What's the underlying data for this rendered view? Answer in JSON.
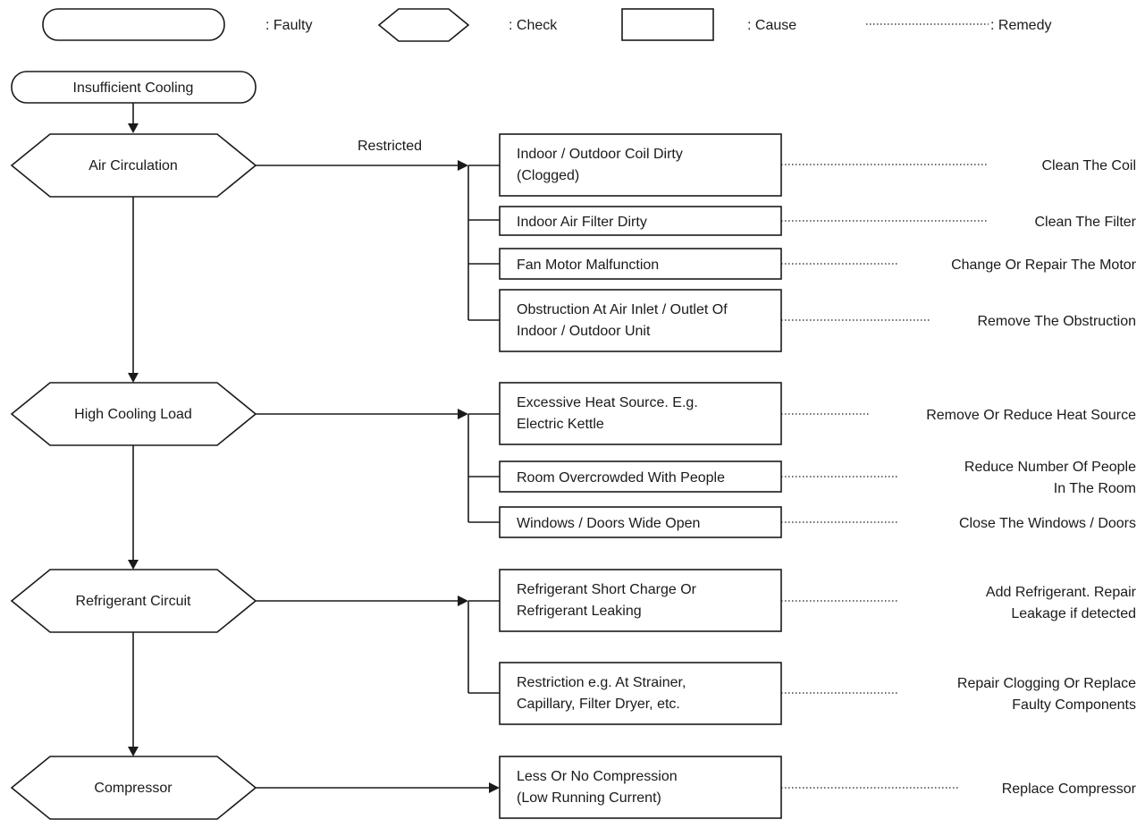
{
  "legend": {
    "faulty": ": Faulty",
    "check": ": Check",
    "cause": ": Cause",
    "remedy": ": Remedy"
  },
  "start": "Insufficient Cooling",
  "checks": [
    {
      "label": "Air Circulation",
      "branch_label": "Restricted",
      "causes": [
        {
          "lines": [
            "Indoor / Outdoor Coil Dirty",
            "(Clogged)"
          ],
          "remedy": [
            "Clean The Coil"
          ]
        },
        {
          "lines": [
            "Indoor Air Filter Dirty"
          ],
          "remedy": [
            "Clean The Filter"
          ]
        },
        {
          "lines": [
            "Fan Motor Malfunction"
          ],
          "remedy": [
            "Change Or Repair The Motor"
          ]
        },
        {
          "lines": [
            "Obstruction At Air Inlet / Outlet Of",
            "Indoor / Outdoor Unit"
          ],
          "remedy": [
            "Remove The Obstruction"
          ]
        }
      ]
    },
    {
      "label": "High Cooling Load",
      "branch_label": "",
      "causes": [
        {
          "lines": [
            "Excessive Heat Source. E.g.",
            "Electric Kettle"
          ],
          "remedy": [
            "Remove Or Reduce Heat Source"
          ]
        },
        {
          "lines": [
            "Room Overcrowded With People"
          ],
          "remedy": [
            "Reduce Number Of People",
            "In The Room"
          ]
        },
        {
          "lines": [
            "Windows / Doors Wide Open"
          ],
          "remedy": [
            "Close The Windows / Doors"
          ]
        }
      ]
    },
    {
      "label": "Refrigerant Circuit",
      "branch_label": "",
      "causes": [
        {
          "lines": [
            "Refrigerant Short Charge Or",
            "Refrigerant Leaking"
          ],
          "remedy": [
            "Add Refrigerant. Repair",
            "Leakage if detected"
          ]
        },
        {
          "lines": [
            "Restriction e.g. At Strainer,",
            "Capillary, Filter Dryer, etc."
          ],
          "remedy": [
            "Repair Clogging Or Replace",
            "Faulty Components"
          ]
        }
      ]
    },
    {
      "label": "Compressor",
      "branch_label": "",
      "causes": [
        {
          "lines": [
            "Less Or No Compression",
            "(Low Running Current)"
          ],
          "remedy": [
            "Replace Compressor"
          ]
        }
      ]
    }
  ]
}
